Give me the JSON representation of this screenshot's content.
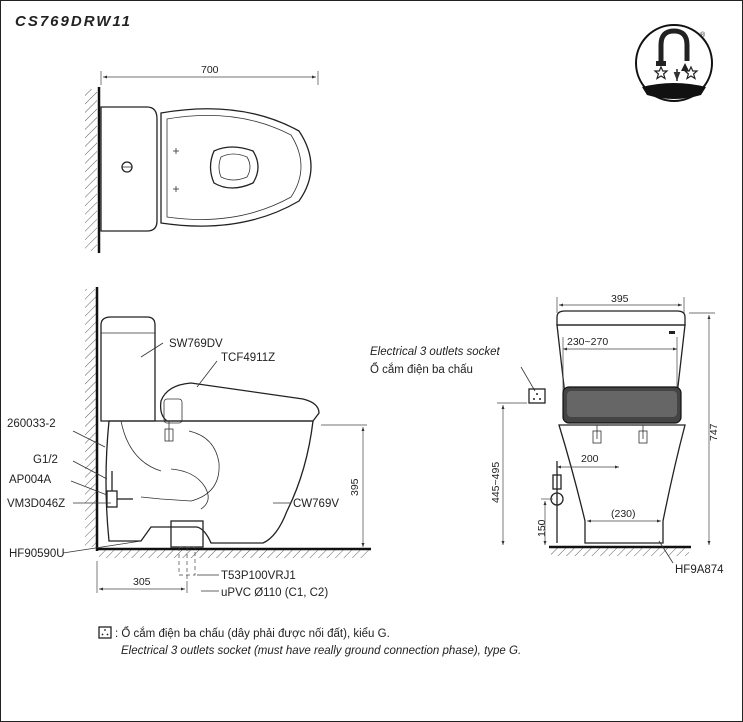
{
  "title": "CS769DRW11",
  "top_view": {
    "width_dim": "700"
  },
  "side_view": {
    "parts": {
      "tank": "SW769DV",
      "seat": "TCF4911Z",
      "hose": "260033-2",
      "thread": "G1/2",
      "valve": "AP004A",
      "stop": "VM3D046Z",
      "flange": "HF90590U",
      "bowl": "CW769V",
      "drain": "T53P100VRJ1",
      "pipe": "uPVC Ø110 (C1, C2)"
    },
    "dims": {
      "height": "395",
      "rough_in": "305"
    }
  },
  "front_view": {
    "socket_label_en": "Electrical 3 outlets socket",
    "socket_label_vi": "Ổ cắm điện ba chấu",
    "dims": {
      "width": "395",
      "span": "230~270",
      "height_total": "747",
      "socket_height": "445~495",
      "supply_offset": "200",
      "supply_height": "150",
      "base_width": "(230)"
    },
    "fitting": "HF9A874"
  },
  "notes": {
    "line_vi": ": Ổ cắm điện ba chấu (dây phải được nối đất), kiểu G.",
    "line_en": "Electrical 3 outlets socket (must have really ground connection phase), type G."
  },
  "logo": {
    "name": "faucet-logo-icon",
    "mark": "®"
  }
}
